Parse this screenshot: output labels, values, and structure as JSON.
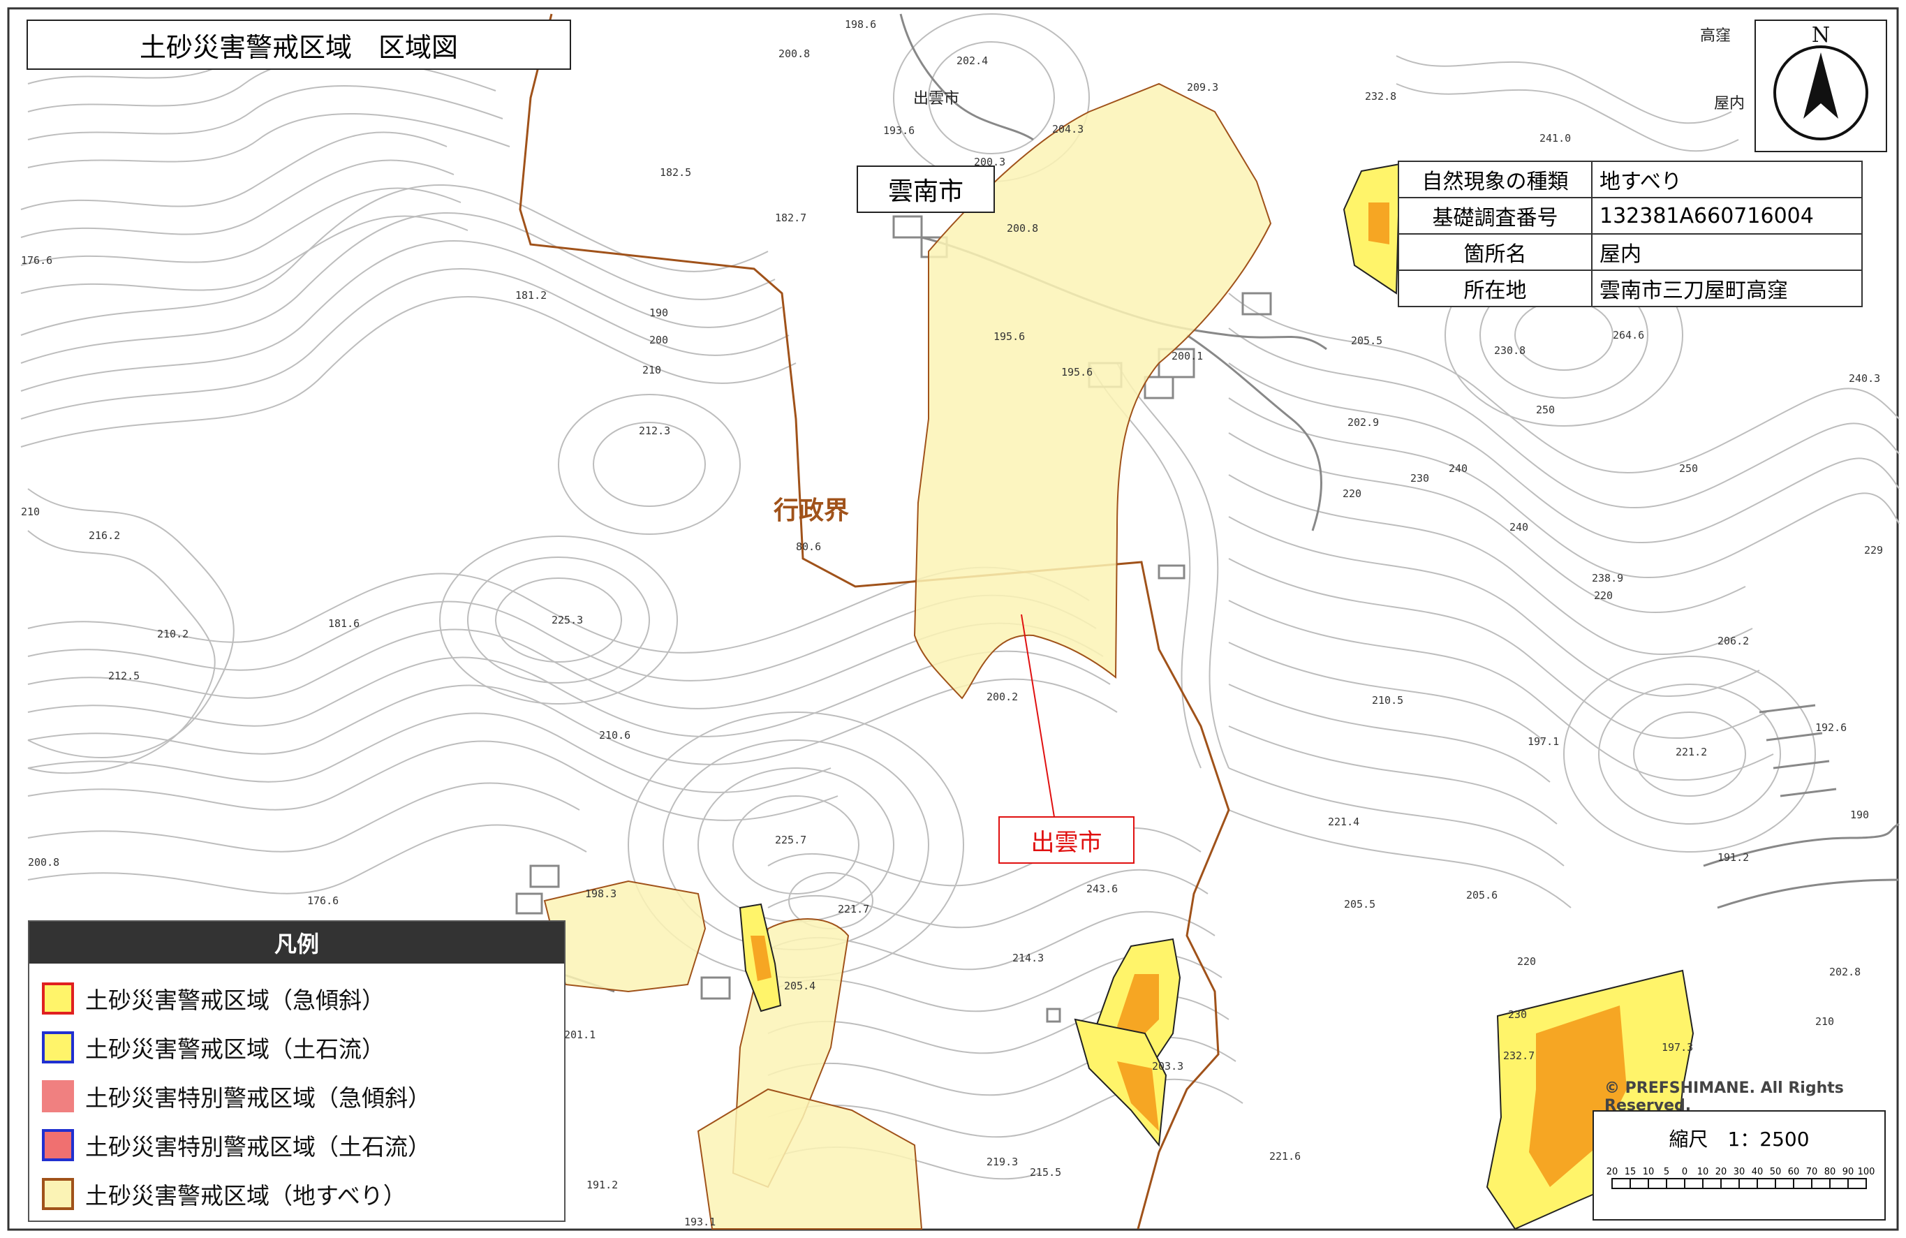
{
  "title": "土砂災害警戒区域　区域図",
  "labels": {
    "unnan": "雲南市",
    "izumo": "出雲市",
    "admin_boundary": "行政界",
    "izumo_small": "出雲市",
    "takakubo": "高窪",
    "okunai": "屋内"
  },
  "compass": {
    "north": "N"
  },
  "info": [
    {
      "key": "自然現象の種類",
      "value": "地すべり"
    },
    {
      "key": "基礎調査番号",
      "value": "132381A660716004"
    },
    {
      "key": "箇所名",
      "value": "屋内"
    },
    {
      "key": "所在地",
      "value": "雲南市三刀屋町高窪"
    }
  ],
  "legend": {
    "title": "凡例",
    "items": [
      {
        "label": "土砂災害警戒区域（急傾斜）",
        "fill": "#fff46a",
        "border": "#e02020"
      },
      {
        "label": "土砂災害警戒区域（土石流）",
        "fill": "#fff46a",
        "border": "#2030d0"
      },
      {
        "label": "土砂災害特別警戒区域（急傾斜）",
        "fill": "#f08080",
        "border": "#f08080"
      },
      {
        "label": "土砂災害特別警戒区域（土石流）",
        "fill": "#f07070",
        "border": "#2030d0"
      },
      {
        "label": "土砂災害警戒区域（地すべり）",
        "fill": "#fbf3b5",
        "border": "#a0521a"
      }
    ]
  },
  "copyright": "© PREFSHIMANE. All Rights Reserved.",
  "scale": {
    "label": "縮尺　1：2500",
    "ticks": [
      "20",
      "15",
      "10",
      "5",
      "0",
      "10",
      "20",
      "30",
      "40",
      "50",
      "60",
      "70",
      "80",
      "90",
      "100"
    ]
  },
  "contour_values": [
    "198.6",
    "200.8",
    "202.4",
    "193.6",
    "200.3",
    "204.3",
    "209.3",
    "182.5",
    "182.7",
    "176.6",
    "200.8",
    "181.2",
    "190",
    "200",
    "210",
    "212.3",
    "195.6",
    "195.6",
    "200.1",
    "205.5",
    "232.8",
    "241.0",
    "230.8",
    "264.6",
    "240.3",
    "202.9",
    "250",
    "240",
    "230",
    "220",
    "250",
    "240",
    "210",
    "216.2",
    "80.6",
    "225.3",
    "210.2",
    "181.6",
    "212.5",
    "238.9",
    "229",
    "220",
    "206.2",
    "210.5",
    "197.1",
    "200.2",
    "210.6",
    "221.2",
    "192.6",
    "221.4",
    "190",
    "200.8",
    "176.6",
    "225.7",
    "221.7",
    "243.6",
    "205.5",
    "205.6",
    "191.2",
    "198.3",
    "205.4",
    "214.3",
    "201.1",
    "220",
    "230",
    "202.8",
    "210",
    "232.7",
    "197.3",
    "219.3",
    "215.5",
    "221.6",
    "203.3",
    "191.2",
    "193.1"
  ],
  "colors": {
    "landslide_fill": "#fbf3b5",
    "warning_fill": "#fff46a",
    "special_fill": "#f6a623",
    "boundary": "#a0521a",
    "contour": "#b9b9b9"
  }
}
